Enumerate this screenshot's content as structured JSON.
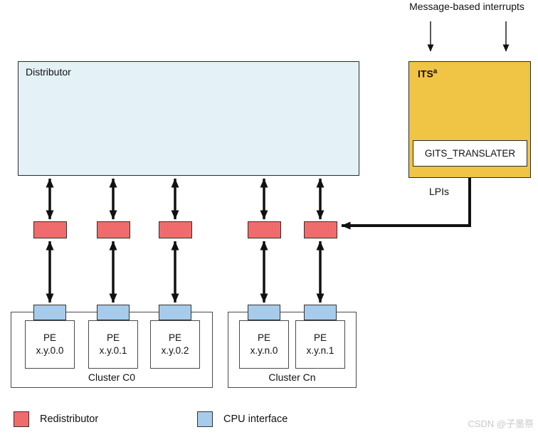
{
  "top": {
    "title": "Message-based interrupts"
  },
  "distributor": {
    "label": "Distributor"
  },
  "its": {
    "label": "ITS",
    "superscript": "a",
    "register_label": "GITS_TRANSLATER",
    "output_label": "LPIs"
  },
  "clusters": [
    {
      "label": "Cluster C0",
      "pes": [
        {
          "name": "PE",
          "id": "x.y.0.0"
        },
        {
          "name": "PE",
          "id": "x.y.0.1"
        },
        {
          "name": "PE",
          "id": "x.y.0.2"
        }
      ]
    },
    {
      "label": "Cluster Cn",
      "pes": [
        {
          "name": "PE",
          "id": "x.y.n.0"
        },
        {
          "name": "PE",
          "id": "x.y.n.1"
        }
      ]
    }
  ],
  "legend": [
    {
      "swatch": "redistributor",
      "label": "Redistributor"
    },
    {
      "swatch": "cpu-interface",
      "label": "CPU interface"
    }
  ],
  "watermark": "CSDN @子墨祭",
  "colors": {
    "redistributor_fill": "#F06C6C",
    "cpu_interface_fill": "#A7CCEB",
    "its_fill": "#F0C445",
    "distributor_fill": "#E4F1F7",
    "arrow": "#111111",
    "watermark_text": "#C9C9C9"
  }
}
